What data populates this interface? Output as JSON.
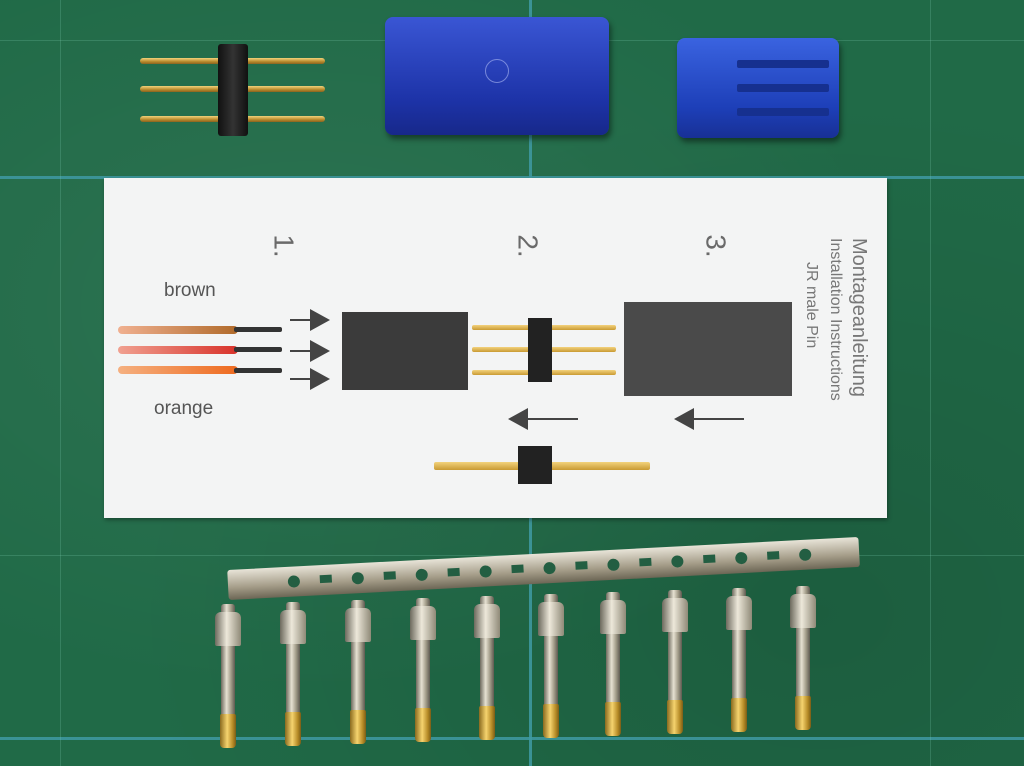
{
  "card": {
    "title": "Montageanleitung",
    "subtitle": "Installation Instructions",
    "product": "JR male Pin",
    "step1": "1.",
    "step2": "2.",
    "step3": "3.",
    "label_top_wire": "brown",
    "label_bottom_wire": "orange"
  },
  "colors": {
    "mat": "#206a47",
    "mat_grid": "#3f9aa3",
    "housing_blue": "#1d33a8",
    "wire_brown": "#a0521d",
    "wire_red": "#d8322a",
    "wire_orange": "#ee6a1f",
    "gold": "#d9ae45"
  },
  "photo": {
    "terminal_count": 10
  }
}
